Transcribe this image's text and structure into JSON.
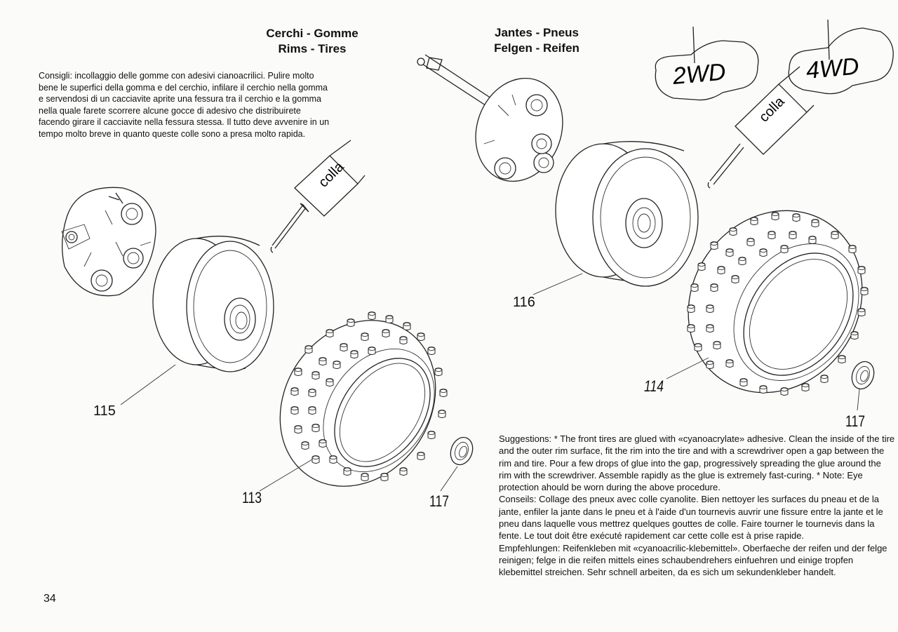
{
  "header_left": {
    "line1": "Cerchi - Gomme",
    "line2": "Rims - Tires"
  },
  "header_right": {
    "line1": "Jantes - Pneus",
    "line2": "Felgen - Reifen"
  },
  "italian_text": "Consigli: incollaggio delle gomme con adesivi cianoacrilici. Pulire molto bene le superfici della gomma e del cerchio, infilare il cerchio nella gomma e servendosi di un cacciavite aprite una fessura tra il cerchio e la gomma nella quale farete scorrere alcune gocce di adesivo che distribuirete facendo girare il cacciavite nella fessura stessa. Il tutto deve avvenire in un tempo molto breve in quanto queste colle sono a presa molto rapida.",
  "multilingual": {
    "english": "Suggestions: * The front tires are glued with «cyanoacrylate» adhesive. Clean the inside of the tire and the outer rim surface, fit the rim into the tire and with a screwdriver open a gap between the rim and tire. Pour a few drops of glue into the gap, progressively spreading the glue around the rim with the screwdriver. Assemble rapidly as the glue is extremely fast-curing. * Note: Eye protection ahould be worn during the above procedure.",
    "french": "Conseils: Collage des pneux avec colle cyanolite. Bien nettoyer les surfaces du pneau et de la jante, enfiler la jante dans le pneu et à l'aide d'un tournevis auvrir une fissure entre la jante et le pneu dans laquelle vous mettrez quelques gouttes de colle. Faire tourner le tournevis dans la fente. Le tout doit être exécuté rapidement car cette colle est à prise rapide.",
    "german": "Empfehlungen: Reifenkleben mit «cyanoacrilic-klebemittel». Oberfaeche der reifen und der felge reinigen; felge in die reifen mittels eines schaubendrehers einfuehren und einige tropfen klebemittel streichen. Sehr schnell arbeiten, da es sich um sekundenkleber handelt."
  },
  "glue_label": "colla",
  "drive_labels": {
    "two_wd": "2WD",
    "four_wd": "4WD"
  },
  "part_numbers": {
    "left_rim": "115",
    "left_tire": "113",
    "left_bearing": "117",
    "right_rim": "116",
    "right_tire": "114",
    "right_bearing": "117"
  },
  "page_number": "34"
}
